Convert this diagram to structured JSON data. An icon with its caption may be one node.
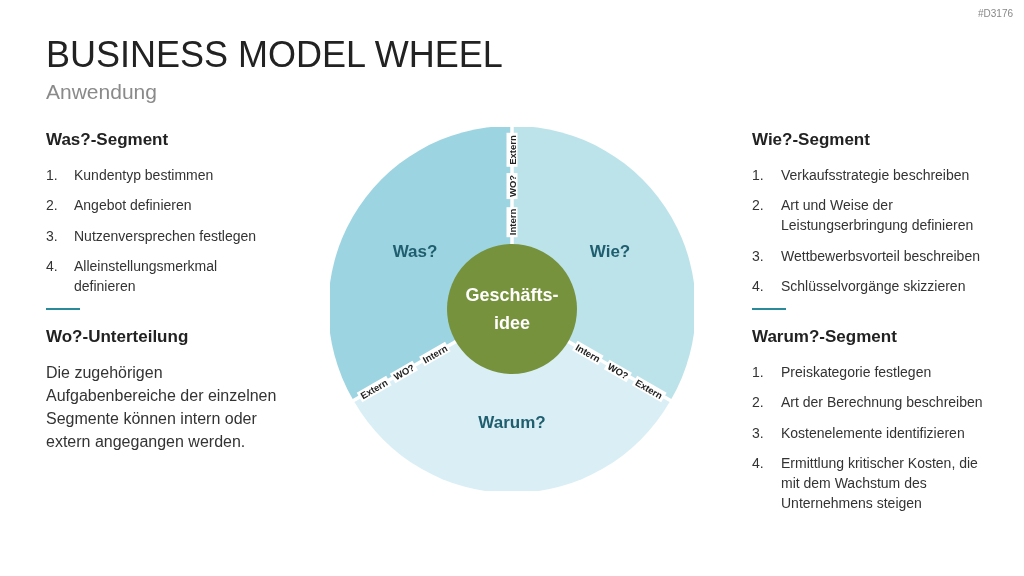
{
  "diagram": {
    "title": "BUSINESS MODEL WHEEL",
    "nodes": [
      {
        "text": [
          "Was?"
        ]
      },
      {
        "text": [
          "Wie?"
        ]
      },
      {
        "text": [
          "Geschäfts-idee"
        ]
      },
      {
        "text": [
          "Warum?"
        ]
      }
    ],
    "labels": [
      "#D3176",
      "Anwendung",
      "Was?-Segment",
      "1.",
      "Kundentyp bestimmen",
      "2.",
      "Angebot definieren",
      "3.",
      "Nutzenversprechen festlegen",
      "4.",
      "Alleinstellungsmerkmal definieren",
      "Wo?-Unterteilung",
      "Die zugehörigen Aufgabenbereiche der einzelnen Segmente können intern oder extern angegangen werden.",
      "Wie?-Segment",
      "1.",
      "Verkaufsstrategie beschreiben",
      "2.",
      "Art und Weise der Leistungserbringung definieren",
      "3.",
      "Wettbewerbsvorteil beschreiben",
      "4.",
      "Schlüsselvorgänge skizzieren",
      "Warum?-Segment",
      "1.",
      "Preiskategorie festlegen",
      "2.",
      "Art der Berechnung beschreiben",
      "3.",
      "Kostenelemente identifizieren",
      "4.",
      "Ermittlung kritischer Kosten, die mit dem Wachstum des Unternehmens steigen",
      "Extern",
      "WO?",
      "Intern",
      "Extern",
      "WO?",
      "Intern",
      "Intern",
      "WO?",
      "Extern"
    ]
  }
}
